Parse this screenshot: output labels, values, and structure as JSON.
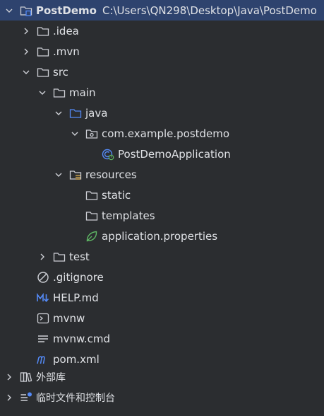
{
  "project": {
    "name": "PostDemo",
    "path": "C:\\Users\\QN298\\Desktop\\Java\\PostDemo"
  },
  "tree": {
    "idea": ".idea",
    "mvn": ".mvn",
    "src": "src",
    "main": "main",
    "java": "java",
    "package": "com.example.postdemo",
    "app_class": "PostDemoApplication",
    "resources": "resources",
    "static": "static",
    "templates": "templates",
    "app_properties": "application.properties",
    "test": "test",
    "gitignore": ".gitignore",
    "help_md": "HELP.md",
    "mvnw": "mvnw",
    "mvnw_cmd": "mvnw.cmd",
    "pom": "pom.xml",
    "external_libs": "外部库",
    "scratches": "临时文件和控制台"
  },
  "icons": {
    "folder": "folder-icon",
    "source_folder": "source-folder-icon",
    "package": "package-icon",
    "spring_class": "spring-boot-class-icon",
    "resources_folder": "resources-folder-icon",
    "spring_properties": "spring-properties-icon",
    "gitignore": "gitignore-icon",
    "markdown": "markdown-icon",
    "terminal": "terminal-icon",
    "file": "file-icon",
    "maven": "maven-icon",
    "library": "library-icon",
    "scratches": "scratches-icon"
  },
  "colors": {
    "background": "#2b2d30",
    "selection": "#2e436e",
    "text": "#dfe1e5",
    "icon_gray": "#ced0d6",
    "source_blue": "#548af7",
    "spring_green": "#5fb865",
    "markdown_blue": "#548af7",
    "maven_blue": "#548af7",
    "resources_orange": "#e0b254"
  }
}
